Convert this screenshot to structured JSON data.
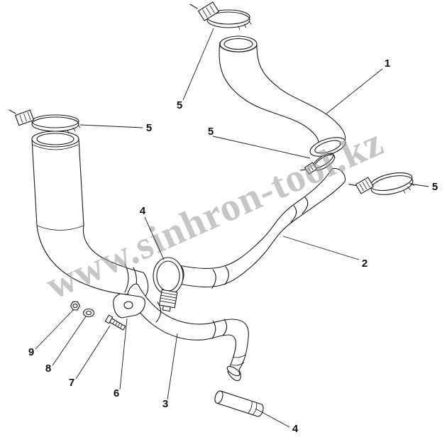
{
  "title": "hose-and-clamp-parts-diagram",
  "watermark": "www.sinhron-tool.kz",
  "colors": {
    "line": "#1a1a1a",
    "watermark": "#9c9c9c",
    "background": "#ffffff"
  },
  "callouts": [
    {
      "part": "upper-clamp",
      "label": "5"
    },
    {
      "part": "upper-elbow-pipe",
      "label": "1"
    },
    {
      "part": "left-canister-clamp",
      "label": "5"
    },
    {
      "part": "junction-clamp",
      "label": "5"
    },
    {
      "part": "right-clamp",
      "label": "5"
    },
    {
      "part": "middle-hose",
      "label": "2"
    },
    {
      "part": "center-clamp",
      "label": "4"
    },
    {
      "part": "nut",
      "label": "9"
    },
    {
      "part": "washer",
      "label": "8"
    },
    {
      "part": "bolt",
      "label": "7"
    },
    {
      "part": "bracket",
      "label": "6"
    },
    {
      "part": "lower-hose",
      "label": "3"
    },
    {
      "part": "bottom-fitting",
      "label": "4"
    }
  ]
}
